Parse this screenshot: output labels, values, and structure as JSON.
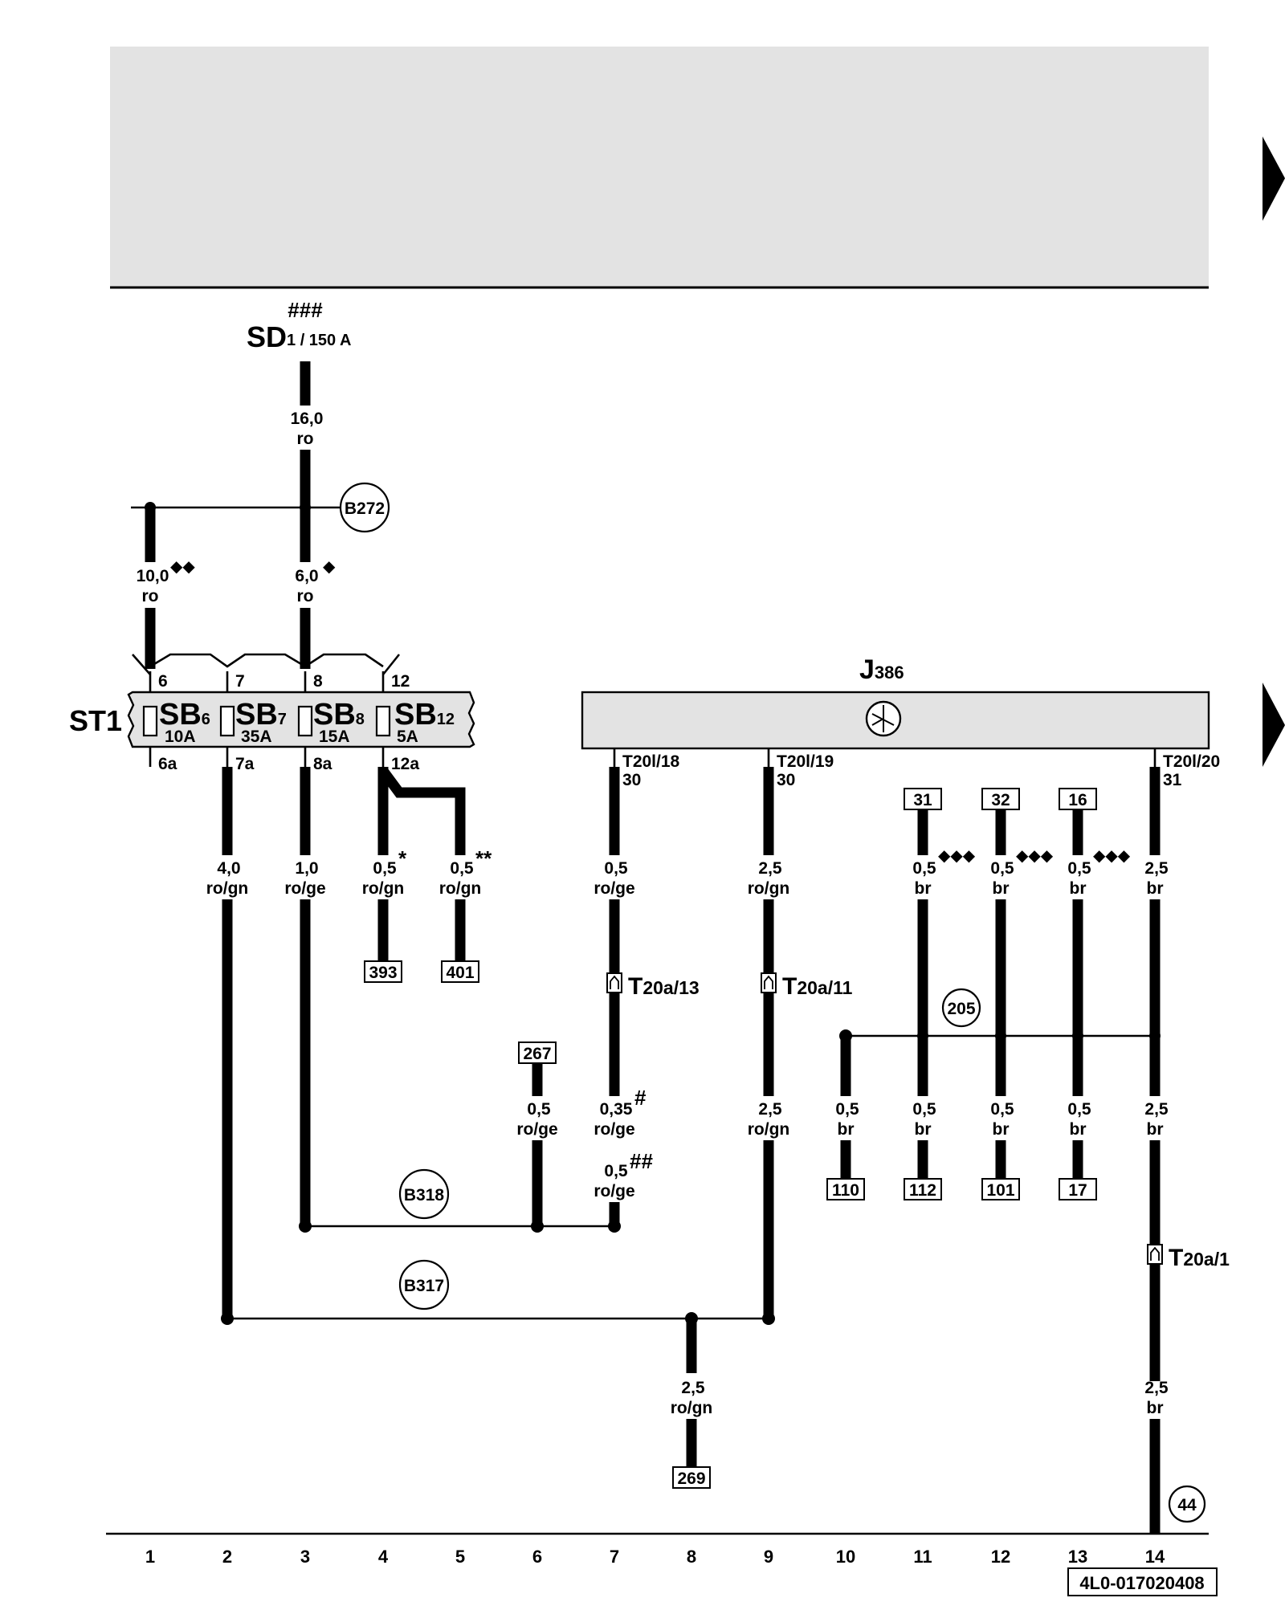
{
  "header": {
    "background_color": "#e3e3e3"
  },
  "navigation": {
    "next_icon": "triangle-right-icon"
  },
  "top_supply": {
    "mark": "###",
    "name": "SD",
    "sub": "1 / 150 A"
  },
  "wires": {
    "sd_main": {
      "size": "16,0",
      "color": "ro"
    },
    "b272_col1": {
      "size": "10,0",
      "color": "ro",
      "mark": "◆◆"
    },
    "b272_col3": {
      "size": "6,0",
      "color": "ro",
      "mark": "◆"
    },
    "sb7_out": {
      "size": "4,0",
      "color": "ro/gn"
    },
    "sb8_out": {
      "size": "1,0",
      "color": "ro/ge"
    },
    "sb12_a": {
      "size": "0,5",
      "color": "ro/gn",
      "mark": "*"
    },
    "sb12_b": {
      "size": "0,5",
      "color": "ro/gn",
      "mark": "**"
    },
    "j386_18": {
      "size": "0,5",
      "color": "ro/ge"
    },
    "j386_19": {
      "size": "2,5",
      "color": "ro/gn"
    },
    "w31": {
      "size": "0,5",
      "color": "br",
      "mark": "◆◆◆"
    },
    "w32": {
      "size": "0,5",
      "color": "br",
      "mark": "◆◆◆"
    },
    "w16": {
      "size": "0,5",
      "color": "br",
      "mark": "◆◆◆"
    },
    "j386_20": {
      "size": "2,5",
      "color": "br"
    },
    "w267": {
      "size": "0,5",
      "color": "ro/ge"
    },
    "col7_a": {
      "size": "0,35",
      "color": "ro/ge",
      "mark": "#"
    },
    "col7_b": {
      "size": "0,5",
      "color": "ro/ge",
      "mark": "##"
    },
    "col9_low": {
      "size": "2,5",
      "color": "ro/gn"
    },
    "col10_low": {
      "size": "0,5",
      "color": "br"
    },
    "col11_low": {
      "size": "0,5",
      "color": "br"
    },
    "col12_low": {
      "size": "0,5",
      "color": "br"
    },
    "col13_low": {
      "size": "0,5",
      "color": "br"
    },
    "col14_mid": {
      "size": "2,5",
      "color": "br"
    },
    "col8_low": {
      "size": "2,5",
      "color": "ro/gn"
    },
    "col14_low": {
      "size": "2,5",
      "color": "br"
    }
  },
  "junctions": {
    "b272": "B272",
    "b318": "B318",
    "b317": "B317",
    "j205": "205",
    "g44": "44"
  },
  "fuse_holder": {
    "name": "ST1",
    "fuses": [
      {
        "name": "SB",
        "num": "6",
        "amps": "10A",
        "in": "6",
        "out": "6a"
      },
      {
        "name": "SB",
        "num": "7",
        "amps": "35A",
        "in": "7",
        "out": "7a"
      },
      {
        "name": "SB",
        "num": "8",
        "amps": "15A",
        "in": "8",
        "out": "8a"
      },
      {
        "name": "SB",
        "num": "12",
        "amps": "5A",
        "in": "12",
        "out": "12a"
      }
    ]
  },
  "module": {
    "name": "J",
    "sub": "386",
    "symbol": "control-unit-symbol-icon",
    "pins": [
      {
        "label": "T20l/18",
        "terminal": "30"
      },
      {
        "label": "T20l/19",
        "terminal": "30"
      },
      {
        "label": "T20l/20",
        "terminal": "31"
      }
    ]
  },
  "connectors": [
    {
      "name": "T",
      "sub": "20a/13"
    },
    {
      "name": "T",
      "sub": "20a/11"
    },
    {
      "name": "T",
      "sub": "20a/1"
    }
  ],
  "refs": {
    "r393": "393",
    "r401": "401",
    "r267": "267",
    "r269": "269",
    "r31": "31",
    "r32": "32",
    "r16": "16",
    "r110": "110",
    "r112": "112",
    "r101": "101",
    "r17": "17"
  },
  "columns": [
    "1",
    "2",
    "3",
    "4",
    "5",
    "6",
    "7",
    "8",
    "9",
    "10",
    "11",
    "12",
    "13",
    "14"
  ],
  "footer": {
    "doc_code": "4L0-017020408"
  }
}
